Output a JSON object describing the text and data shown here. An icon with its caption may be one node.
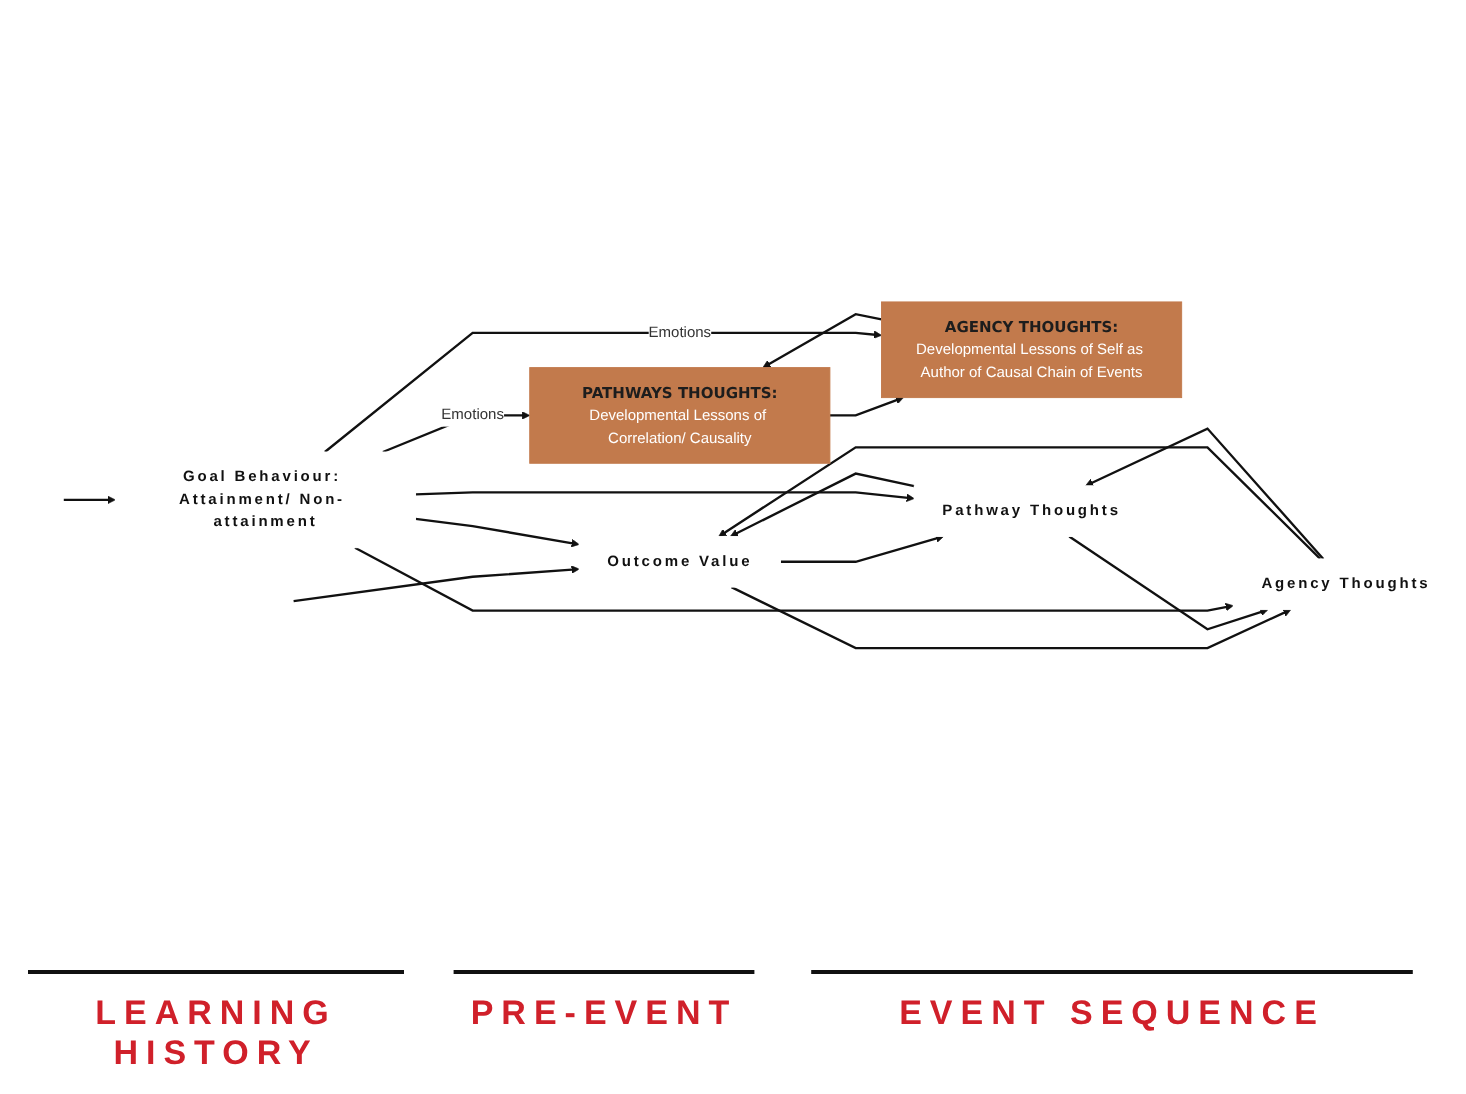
{
  "diagram": {
    "nodes": [
      {
        "text": [
          "PATHWAYS THOUGHTS:",
          "Developmental Lessons of Correlation/ Causality"
        ]
      },
      {
        "text": [
          "AGENCY THOUGHTS:",
          "Developmental Lessons of Self as Author of Causal Chain of Events"
        ]
      },
      {
        "text": [
          "Outcome Value"
        ]
      },
      {
        "text": [
          "Pathway Thoughts"
        ]
      },
      {
        "text": [
          "Agency Thoughts"
        ]
      },
      {
        "text": [
          "Goal Behaviour: Attainment/ Non- attainment"
        ]
      }
    ],
    "edges": [
      {
        "from": 0,
        "to": 1,
        "arrow": "to"
      },
      {
        "from": 1,
        "to": 0,
        "arrow": "to"
      },
      {
        "from": null,
        "to": 2,
        "arrow": "to"
      },
      {
        "from": 2,
        "to": 3,
        "arrow": "to"
      },
      {
        "from": 3,
        "to": 2,
        "arrow": "to"
      },
      {
        "from": 2,
        "to": 4,
        "arrow": "to"
      },
      {
        "from": 4,
        "to": 2,
        "arrow": "to"
      },
      {
        "from": 3,
        "to": 4,
        "arrow": "to"
      },
      {
        "from": 4,
        "to": 3,
        "arrow": "to"
      },
      {
        "from": null,
        "to": 5,
        "arrow": "to"
      },
      {
        "from": 5,
        "to": 0,
        "arrow": "to",
        "label": "Emotions"
      },
      {
        "from": 5,
        "to": 2,
        "arrow": "to"
      },
      {
        "from": 5,
        "to": 3,
        "arrow": "to"
      },
      {
        "from": 5,
        "to": 1,
        "arrow": "to",
        "label": "Emotions"
      },
      {
        "from": 5,
        "to": 4,
        "arrow": "to"
      }
    ],
    "labels": [
      "LEARNING HISTORY",
      "PRE-EVENT",
      "EVENT SEQUENCE"
    ]
  }
}
